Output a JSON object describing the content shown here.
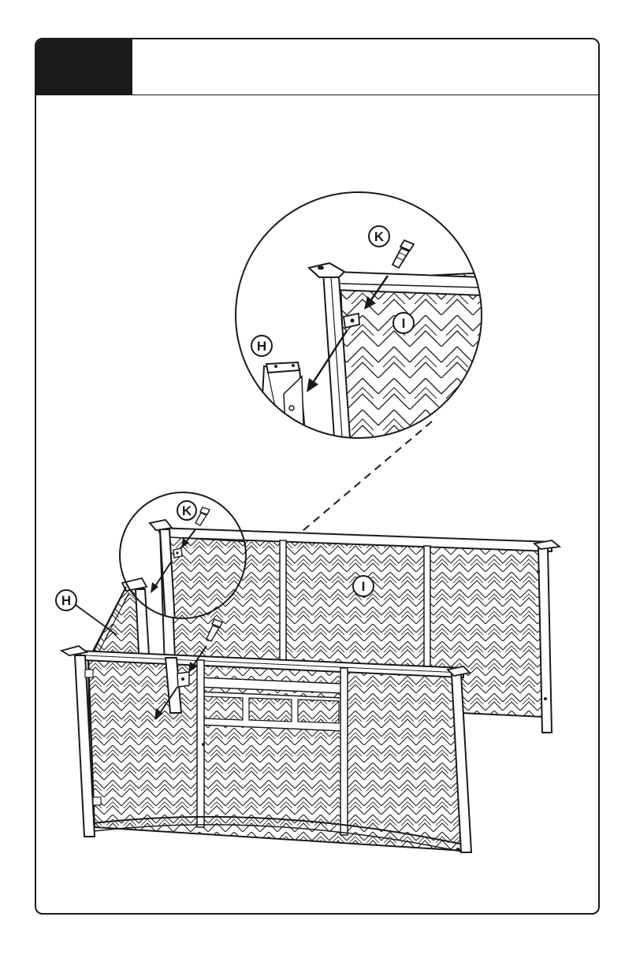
{
  "step": {
    "number": "",
    "instruction": ""
  },
  "parts": {
    "h": "H",
    "i": "I",
    "k": "K"
  },
  "colors": {
    "ink": "#1a1a1a",
    "paper": "#ffffff",
    "header": "#1a1a1a"
  },
  "icons": [
    "bolt-icon",
    "arrow-icon"
  ]
}
